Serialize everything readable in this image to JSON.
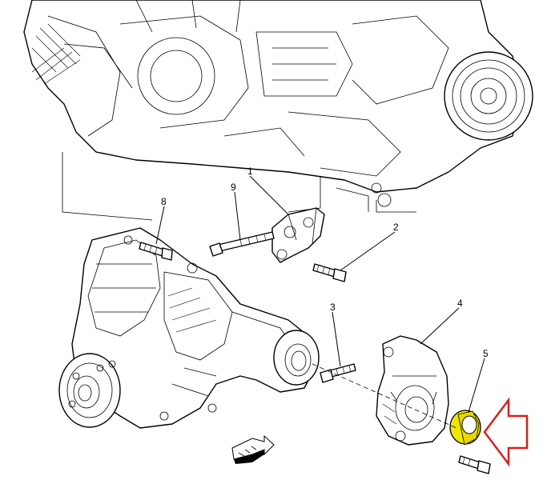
{
  "callouts": {
    "c1": "1",
    "c2": "2",
    "c3": "3",
    "c4": "4",
    "c5": "5",
    "c8": "8",
    "c9": "9"
  },
  "colors": {
    "highlight_seal": "#f2e600",
    "pointer_arrow": "#d62020",
    "line": "#000000"
  },
  "icons": {
    "pointer": "red-outline-arrow-icon",
    "front": "front-direction-arrow-icon"
  }
}
